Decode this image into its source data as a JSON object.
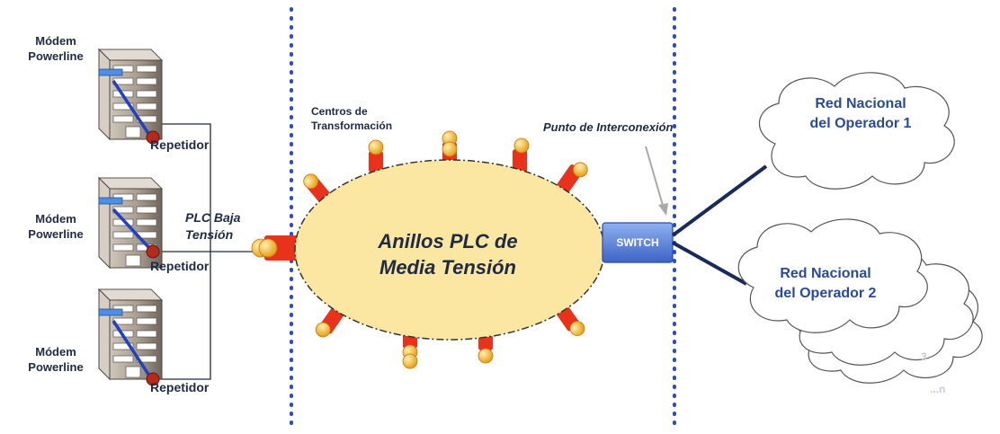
{
  "modems": [
    {
      "label_line1": "Módem",
      "label_line2": "Powerline",
      "repeater": "Repetidor"
    },
    {
      "label_line1": "Módem",
      "label_line2": "Powerline",
      "repeater": "Repetidor"
    },
    {
      "label_line1": "Módem",
      "label_line2": "Powerline",
      "repeater": "Repetidor"
    }
  ],
  "plc_low": {
    "line1": "PLC Baja",
    "line2": "Tensión"
  },
  "centros": {
    "line1": "Centros de",
    "line2": "Transformación"
  },
  "ring": {
    "line1": "Anillos PLC de",
    "line2": "Media Tensión"
  },
  "interconnection": "Punto de Interconexión",
  "switch_label": "SWITCH",
  "clouds": [
    {
      "line1": "Red Nacional",
      "line2": "del Operador 1"
    },
    {
      "line1": "Red Nacional",
      "line2": "del Operador 2"
    }
  ],
  "stacked_cloud_labels": [
    "3",
    "...n"
  ],
  "colors": {
    "ring_fill": "#fbe6a2",
    "node_red": "#e8321c",
    "node_ball": "#f7b428",
    "divider_dots": "#2b4cc4",
    "switch_blue": "#5b7fd8",
    "backbone": "#1a2a5a",
    "cloud_text": "#2a4a9a"
  }
}
